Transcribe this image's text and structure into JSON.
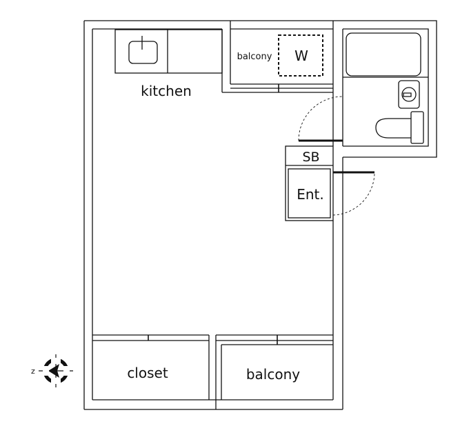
{
  "rooms": {
    "kitchen": "kitchen",
    "balcony_small": "balcony",
    "washer": "W",
    "shoe_box": "SB",
    "entrance": "Ent.",
    "closet": "closet",
    "balcony_main": "balcony"
  },
  "compass": {
    "north_letter": "z",
    "icon": "compass-icon"
  },
  "colors": {
    "line": "#111111",
    "background": "#ffffff"
  }
}
